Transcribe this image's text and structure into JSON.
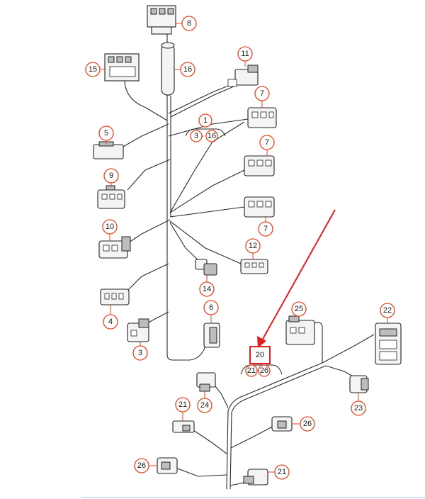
{
  "colors": {
    "callout_ring": "#e0451f",
    "highlight": "#e02020",
    "line": "#2a2a2a",
    "bottom_rule": "#cfe6f7"
  },
  "callouts": {
    "c8": "8",
    "c15": "15",
    "c16": "16",
    "c11": "11",
    "c7a": "7",
    "c7b": "7",
    "c7c": "7",
    "c5": "5",
    "c9": "9",
    "c10": "10",
    "c12": "12",
    "c14": "14",
    "c4": "4",
    "c6": "6",
    "c3": "3",
    "c25": "25",
    "c22": "22",
    "c23": "23",
    "c24": "24",
    "c21a": "21",
    "c26a": "26",
    "c26b": "26",
    "c21b": "21"
  },
  "groups": {
    "upper_group_label": "1",
    "upper_group_items": [
      "3",
      "16"
    ],
    "lower_group_label": "20",
    "lower_group_items": [
      "21",
      "26"
    ]
  },
  "icons": {
    "connector": "harness-connector-icon",
    "arrow": "red-pointer-arrow"
  }
}
